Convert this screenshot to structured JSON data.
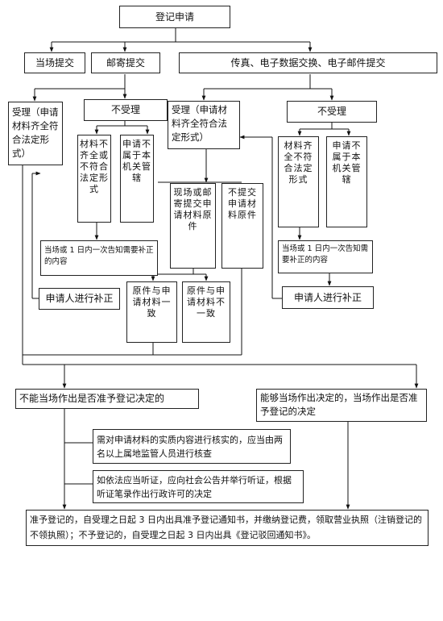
{
  "title": "登记申请",
  "submit": {
    "onsite": "当场提交",
    "mail": "邮寄提交",
    "electronic": "传真、电子数据交换、电子邮件提交"
  },
  "left": {
    "accept": "受理（申请材料齐全符合法定形式）",
    "reject": "不受理",
    "reason_incomplete": "材料不齐全或不符合法定形式",
    "reason_not_ours": "申请不属于本机关管辖",
    "notify": "当场或 1 日内一次告知需要补正的内容",
    "correction": "申请人进行补正"
  },
  "middle": {
    "accept": "受理（申请材料齐全符合法定形式）",
    "present_original": "现场或邮寄提交申请材料原件",
    "not_submit_original": "不提交申请材料原件",
    "consistent": "原件与申请材料一致",
    "inconsistent": "原件与申请材料不一致"
  },
  "right": {
    "reject": "不受理",
    "reason_incomplete": "材料齐全不符合法定形式",
    "reason_not_ours": "申请不属于本机关管辖",
    "notify": "当场或 1 日内一次告知需要补正的内容",
    "correction": "申请人进行补正"
  },
  "decision": {
    "cannot_onsite": "不能当场作出是否准予登记决定的",
    "can_onsite": "能够当场作出决定的，当场作出是否准予登记的决定",
    "verify": "需对申请材料的实质内容进行核实的，应当由两名以上属地监管人员进行核查",
    "hearing": "如依法应当听证，应向社会公告并举行听证，根据听证笔录作出行政许可的决定",
    "final": "准予登记的，自受理之日起 3 日内出具准予登记通知书，并缴纳登记费，领取营业执照（注销登记的不领执照）；不予登记的，自受理之日起 3 日内出具《登记驳回通知书》。"
  }
}
